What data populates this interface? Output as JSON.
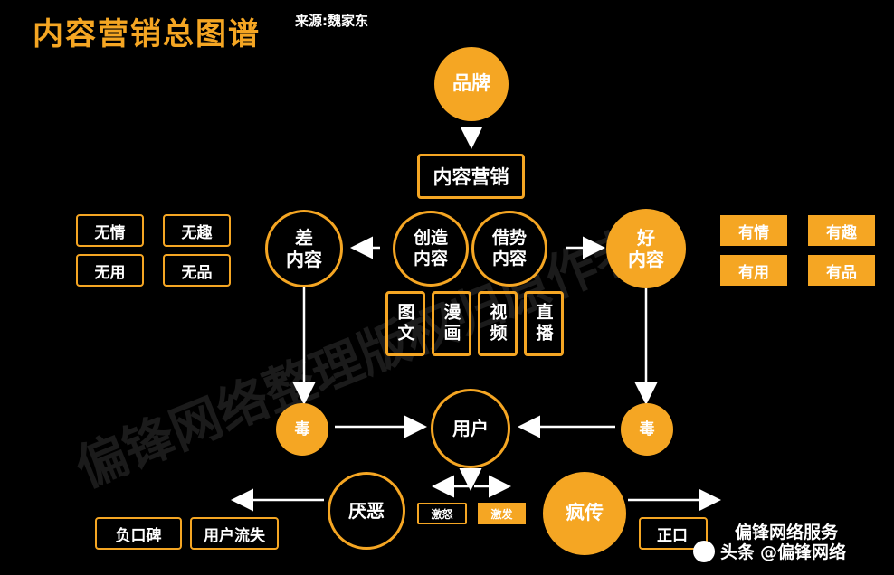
{
  "title": "内容营销总图谱",
  "source": "来源:魏家东",
  "nodes": {
    "brand": "品牌",
    "content_marketing": "内容营销",
    "create": "创造\n内容",
    "borrow": "借势\n内容",
    "bad_content": "差\n内容",
    "good_content": "好\n内容",
    "poison_left": "毒",
    "poison_right": "毒",
    "user": "用户",
    "dislike": "厌恶",
    "viral": "疯传",
    "stimulate_left": "激怒",
    "stimulate_right": "激发"
  },
  "formats": [
    "图文",
    "漫画",
    "视频",
    "直播"
  ],
  "bad_traits": [
    "无情",
    "无趣",
    "无用",
    "无品"
  ],
  "good_traits": [
    "有情",
    "有趣",
    "有用",
    "有品"
  ],
  "bad_results": [
    "负口碑",
    "用户流失"
  ],
  "good_results": [
    "正口"
  ],
  "watermark": "偏锋网络整理版权归原作者",
  "footer": {
    "overlay": "偏锋网络服务",
    "platform": "头条",
    "handle": "@偏锋网络"
  },
  "colors": {
    "accent": "#f5a623",
    "background": "#000000",
    "text": "#ffffff"
  }
}
